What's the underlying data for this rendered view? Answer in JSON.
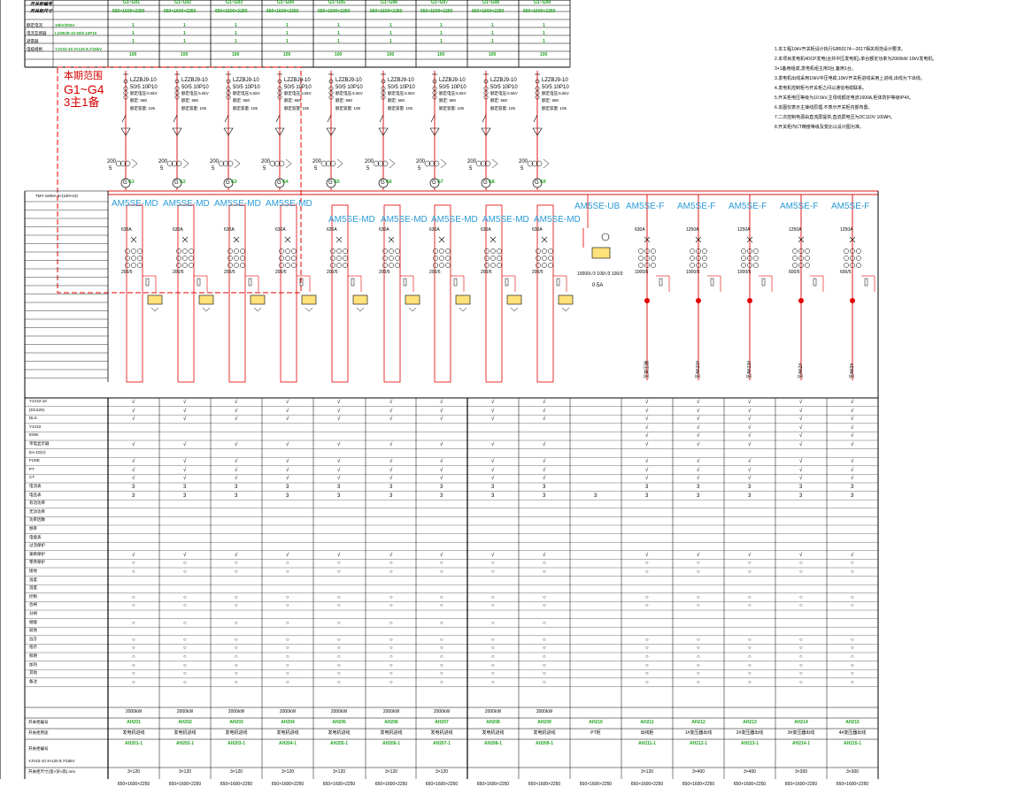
{
  "header": {
    "row_labels": [
      "开关柜编号",
      "开关柜尺寸"
    ],
    "cabinet_ids": [
      "G1~G01",
      "G1~G02",
      "G1~G03",
      "G1~G04",
      "G1~G05",
      "G1~G06",
      "G1~G07",
      "G1~G08",
      "G1~G09"
    ],
    "cabinet_dims": [
      "650×1600×2250",
      "650×1600×2250",
      "650×1600×2250",
      "650×1600×2250",
      "650×1600×2250",
      "650×1600×2250",
      "650×1600×2250",
      "650×1600×2250",
      "650×1600×2250"
    ],
    "left_labels": [
      "额定电流",
      "电流互感器",
      "避雷器",
      "电缆规格"
    ],
    "left_values": [
      "10kV/200A",
      "LZZBJ9-10 50/5 10P10",
      "",
      "YJV22-10 3×120 8.7/15kV"
    ],
    "rows_ones": [
      "1",
      "1",
      "1",
      "1",
      "1",
      "1",
      "1",
      "1",
      "1"
    ],
    "rows_100": [
      "100",
      "100",
      "100",
      "100",
      "100",
      "100",
      "100",
      "100",
      "100"
    ]
  },
  "scope_box": {
    "title": "本期范围",
    "range": "G1~G4",
    "note": "3主1备"
  },
  "generator_ct": {
    "model": "LZZBJ9-10",
    "ratio": "50/5 10P10",
    "voltage": "额定电压:5.5kV",
    "rated": "额定: 580",
    "stat": "额定容量: 105"
  },
  "generators": [
    {
      "label": "G1",
      "ratio_top": "200",
      "ratio_bot": "5"
    },
    {
      "label": "G2",
      "ratio_top": "200",
      "ratio_bot": "5"
    },
    {
      "label": "G3",
      "ratio_top": "200",
      "ratio_bot": "5"
    },
    {
      "label": "G4",
      "ratio_top": "200",
      "ratio_bot": "5"
    },
    {
      "label": "G5",
      "ratio_top": "200",
      "ratio_bot": "5"
    },
    {
      "label": "G6",
      "ratio_top": "200",
      "ratio_bot": "5"
    },
    {
      "label": "G7",
      "ratio_top": "200",
      "ratio_bot": "5"
    },
    {
      "label": "G8",
      "ratio_top": "200",
      "ratio_bot": "5"
    },
    {
      "label": "G9",
      "ratio_top": "200",
      "ratio_bot": "5"
    }
  ],
  "busbar_label": "TMY-1600A 3×(100×10)",
  "cabinet_types": [
    "AM5SE-MD",
    "AM5SE-MD",
    "AM5SE-MD",
    "AM5SE-MD",
    "AM5SE-MD",
    "AM5SE-MD",
    "AM5SE-MD",
    "AM5SE-MD",
    "AM5SE-MD",
    "AM5SE-UB",
    "AM5SE-F",
    "AM5SE-F",
    "AM5SE-F",
    "AM5SE-F",
    "AM5SE-F"
  ],
  "breaker_ratings": [
    "630A",
    "630A",
    "630A",
    "630A",
    "630A",
    "630A",
    "630A",
    "630A",
    "630A",
    "",
    "630A",
    "1250A",
    "1250A",
    "1250A",
    "1250A"
  ],
  "ct_ratios": [
    "200/5",
    "200/5",
    "200/5",
    "200/5",
    "200/5",
    "200/5",
    "200/5",
    "200/5",
    "200/5",
    "10000/√3 100/√3 100/3",
    "1000/5",
    "1000/5",
    "1000/5",
    "600/5",
    "600/5"
  ],
  "feeder_names": [
    "",
    "",
    "",
    "",
    "",
    "",
    "",
    "",
    "",
    "",
    "至变压器",
    "至AK10#",
    "至AK13#",
    "至AK2#",
    "至AK3#"
  ],
  "pt_label": "0.5A",
  "notes": [
    "1.本工程10kV开关柜设计执行GB50174—2017相关规范设计要求。",
    "2.本项目发电机4DCP发电(合并中压发电机),单台额定功率为2000kW 10kV发电机。",
    "3+1备用组成,发电机组主用3台,备用1台。",
    "3.发电机出线采用10kV中压电缆,10kV开关柜进线采用上进线,出线为下出线。",
    "4.发电机控制柜与开关柜之间以通信电缆联系。",
    "5.开关柜电压等级为10.5kV,主母线额定电流1600A,柜体防护等级IP4X。",
    "6.本图仅表示主接线原理,不表示开关柜内部布置。",
    "7.二次控制电源由直流屏提供,直流屏电压为DC110V 100AH。",
    "8.开关柜内CT精度等级及变比以设计图为准。"
  ],
  "table": {
    "row_labels": [
      "YJV22-10",
      "(DC220)",
      "DLS",
      "YJV22",
      "ESW",
      "带电显示器",
      "EA-10(V)",
      "FUSE",
      "PT",
      "CT",
      "电流表",
      "电压表",
      "有功功率",
      "无功功率",
      "功率因数",
      "频率",
      "电能表",
      "过流保护",
      "速断保护",
      "零序保护",
      "接地",
      "温度",
      "湿度",
      "控制",
      "合闸",
      "分闸",
      "储能",
      "就地",
      "远方",
      "指示",
      "照明",
      "加热",
      "其他",
      "备注"
    ],
    "check": "√",
    "three": "3",
    "circle": "○",
    "capacities": [
      "2000kW",
      "2000kW",
      "2000kW",
      "2000kW",
      "2000kW",
      "2000kW",
      "2000kW",
      "2000kW",
      "2000kW",
      "",
      "",
      "",
      "",
      "",
      ""
    ],
    "cab_nums": [
      "AH201",
      "AH202",
      "AH203",
      "AH204",
      "AH205",
      "AH206",
      "AH207",
      "AH208",
      "AH209",
      "AH210",
      "AH211",
      "AH212",
      "AH213",
      "AH214",
      "AH215"
    ],
    "uses": [
      "发电机进线",
      "发电机进线",
      "发电机进线",
      "发电机进线",
      "发电机进线",
      "发电机进线",
      "发电机进线",
      "发电机进线",
      "发电机进线",
      "PT柜",
      "出线柜",
      "1#变压器出线",
      "2#变压器出线",
      "3#变压器出线",
      "4#变压器出线"
    ],
    "sub_nums": [
      "AH201-1",
      "AH202-1",
      "AH203-1",
      "AH204-1",
      "AH205-1",
      "AH206-1",
      "AH207-1",
      "AH208-1",
      "AH209-1",
      "",
      "AH211-1",
      "AH212-1",
      "AH213-1",
      "AH214-1",
      "AH215-1"
    ],
    "cables": [
      "3×120",
      "3×120",
      "3×120",
      "3×120",
      "3×120",
      "3×120",
      "3×120",
      "",
      "",
      "",
      "3×120",
      "3×400",
      "3×400",
      "3×300",
      "3×300"
    ],
    "dims": [
      "650×1600×2250",
      "650×1600×2250",
      "650×1600×2250",
      "650×1600×2250",
      "650×1600×2250",
      "650×1600×2250",
      "650×1600×2250",
      "650×1600×2250",
      "650×1600×2250",
      "650×1600×2250",
      "650×1600×2250",
      "650×1600×2250",
      "650×1600×2250",
      "650×1600×2250",
      "650×1600×2250"
    ],
    "bottom_labels": [
      "开关柜编号",
      "开关柜用途",
      "开关柜编号",
      "YJV22-10 3×120 8.7/15kV",
      "开关柜尺寸(宽×深×高) mm"
    ]
  },
  "colors": {
    "red": "#e30000",
    "green": "#1fa31f",
    "cyan": "#2a9bd6"
  }
}
